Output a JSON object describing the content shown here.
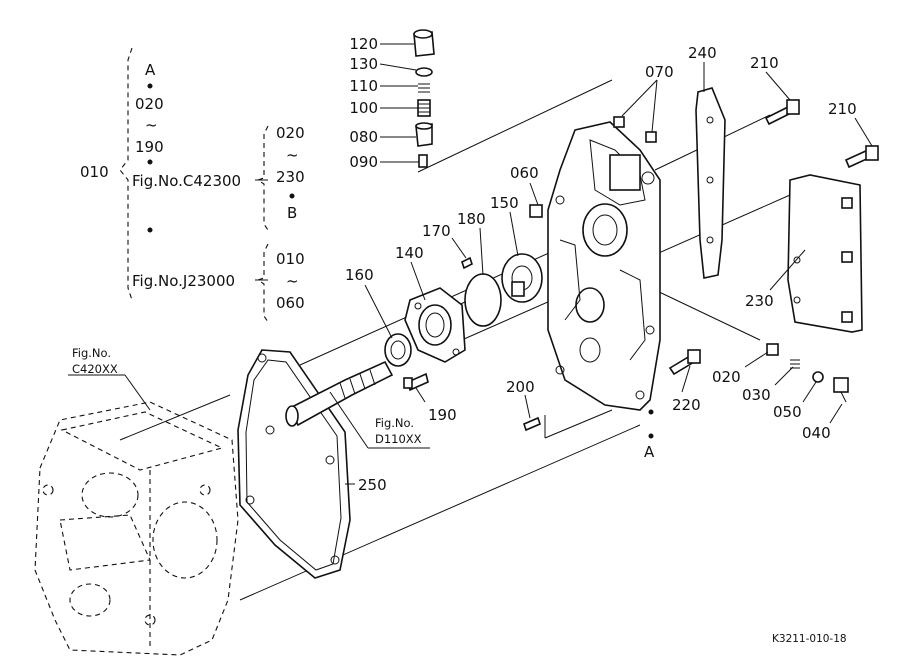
{
  "drawing_code": "K3211-010-18",
  "part_labels": {
    "p120": "120",
    "p130": "130",
    "p110": "110",
    "p100": "100",
    "p080": "080",
    "p090": "090",
    "p070": "070",
    "p240": "240",
    "p210a": "210",
    "p210b": "210",
    "p060": "060",
    "p150": "150",
    "p180": "180",
    "p170": "170",
    "p140": "140",
    "p160": "160",
    "p230": "230",
    "p020": "020",
    "p030": "030",
    "p050": "050",
    "p040": "040",
    "p220": "220",
    "p200": "200",
    "p190": "190",
    "p250": "250",
    "p010": "010"
  },
  "markers": {
    "a_top": "A",
    "a_bottom": "A",
    "b": "B"
  },
  "bracket_group": {
    "range1_start": "020",
    "range1_end": "190",
    "fig1": "Fig.No.C42300",
    "range2_start": "020",
    "range2_end": "230",
    "fig2": "Fig.No.J23000",
    "range3_start": "010",
    "range3_end": "060",
    "tilde": "~"
  },
  "fig_refs": {
    "c420_line1": "Fig.No.",
    "c420_line2": "C420XX",
    "d110_line1": "Fig.No.",
    "d110_line2": "D110XX"
  }
}
